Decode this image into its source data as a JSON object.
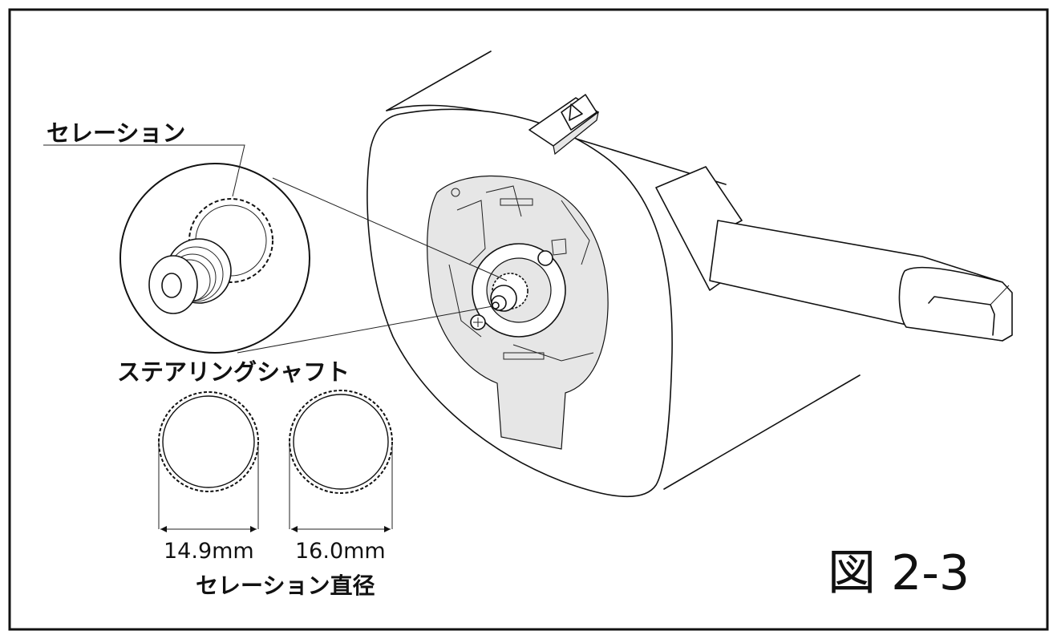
{
  "labels": {
    "serration": "セレーション",
    "steering_shaft": "ステアリングシャフト",
    "diameter_small": "14.9mm",
    "diameter_large": "16.0mm",
    "serration_diameter": "セレーション直径",
    "figure_number": "図 2-3"
  },
  "colors": {
    "line": "#111111",
    "background": "#ffffff"
  }
}
